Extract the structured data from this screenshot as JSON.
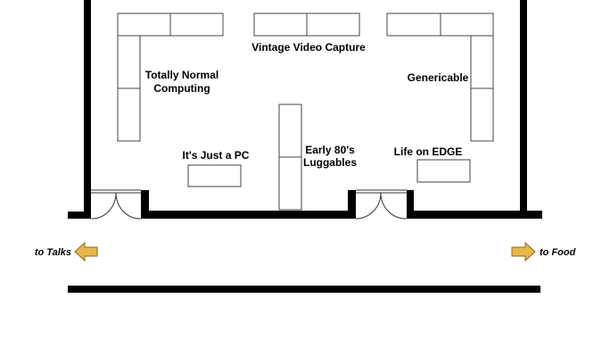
{
  "areas": {
    "totally_normal_1": "Totally Normal",
    "totally_normal_2": "Computing",
    "vintage_video": "Vintage Video Capture",
    "genericable": "Genericable",
    "just_a_pc": "It's Just a PC",
    "early80s_1": "Early 80's",
    "early80s_2": "Luggables",
    "life_on_edge": "Life on EDGE"
  },
  "navigation": {
    "left": "to Talks",
    "right": "to Food"
  },
  "colors": {
    "arrow": "#e6b84c",
    "wall": "#000000"
  }
}
